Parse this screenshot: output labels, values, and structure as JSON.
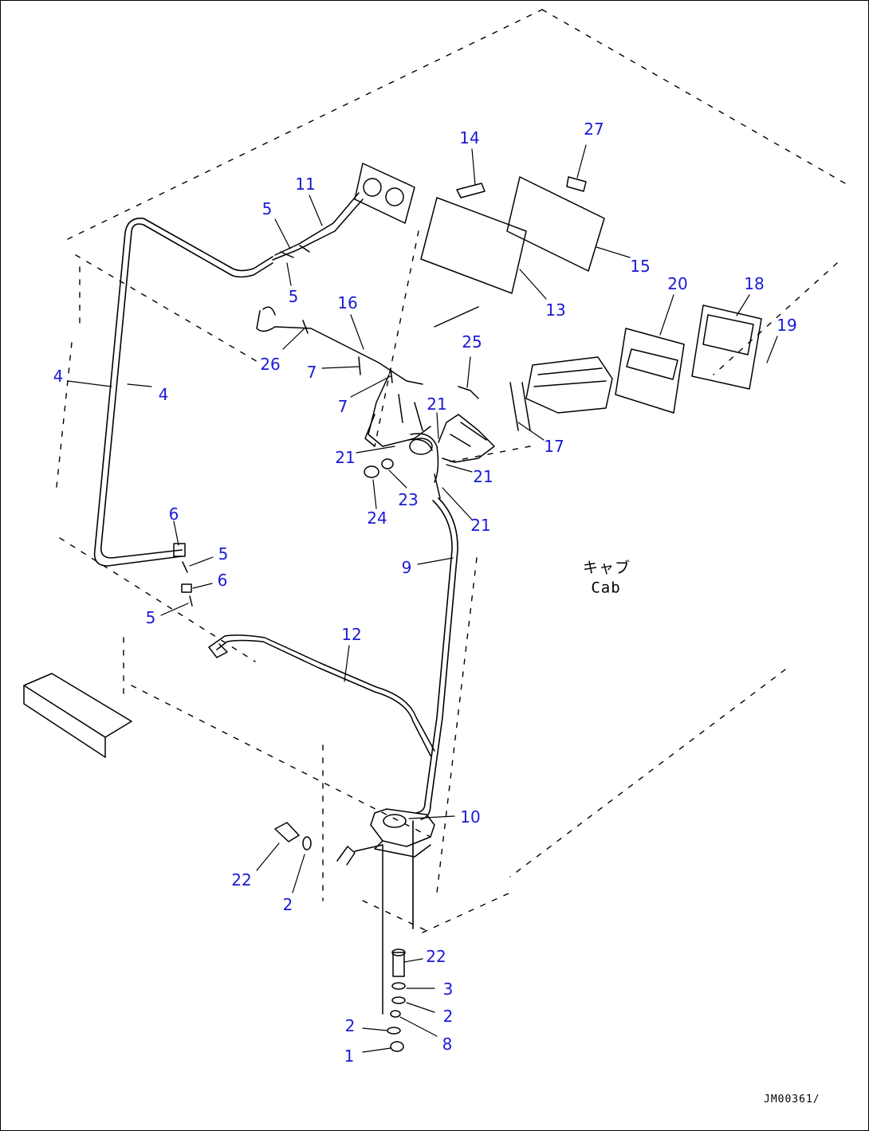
{
  "colors": {
    "callout": "#1a1ad6",
    "line": "#000000",
    "background": "#ffffff"
  },
  "labels": {
    "cab_japanese": "キャブ",
    "cab_english": "Cab",
    "figure_id": "JM00361/"
  },
  "callouts": [
    {
      "id": "c27",
      "text": "27"
    },
    {
      "id": "c14",
      "text": "14"
    },
    {
      "id": "c11",
      "text": "11"
    },
    {
      "id": "c5a",
      "text": "5"
    },
    {
      "id": "c5b",
      "text": "5"
    },
    {
      "id": "c15",
      "text": "15"
    },
    {
      "id": "c13",
      "text": "13"
    },
    {
      "id": "c20",
      "text": "20"
    },
    {
      "id": "c18",
      "text": "18"
    },
    {
      "id": "c19",
      "text": "19"
    },
    {
      "id": "c16",
      "text": "16"
    },
    {
      "id": "c26",
      "text": "26"
    },
    {
      "id": "c4a",
      "text": "4"
    },
    {
      "id": "c4b",
      "text": "4"
    },
    {
      "id": "c7a",
      "text": "7"
    },
    {
      "id": "c7b",
      "text": "7"
    },
    {
      "id": "c25",
      "text": "25"
    },
    {
      "id": "c21a",
      "text": "21"
    },
    {
      "id": "c17",
      "text": "17"
    },
    {
      "id": "c21b",
      "text": "21"
    },
    {
      "id": "c21c",
      "text": "21"
    },
    {
      "id": "c24",
      "text": "24"
    },
    {
      "id": "c23",
      "text": "23"
    },
    {
      "id": "c21d",
      "text": "21"
    },
    {
      "id": "c6a",
      "text": "6"
    },
    {
      "id": "c5c",
      "text": "5"
    },
    {
      "id": "c6b",
      "text": "6"
    },
    {
      "id": "c5d",
      "text": "5"
    },
    {
      "id": "c9",
      "text": "9"
    },
    {
      "id": "c12",
      "text": "12"
    },
    {
      "id": "c10",
      "text": "10"
    },
    {
      "id": "c22a",
      "text": "22"
    },
    {
      "id": "c2a",
      "text": "2"
    },
    {
      "id": "c22b",
      "text": "22"
    },
    {
      "id": "c3",
      "text": "3"
    },
    {
      "id": "c2b",
      "text": "2"
    },
    {
      "id": "c2c",
      "text": "2"
    },
    {
      "id": "c8",
      "text": "8"
    },
    {
      "id": "c1",
      "text": "1"
    }
  ]
}
